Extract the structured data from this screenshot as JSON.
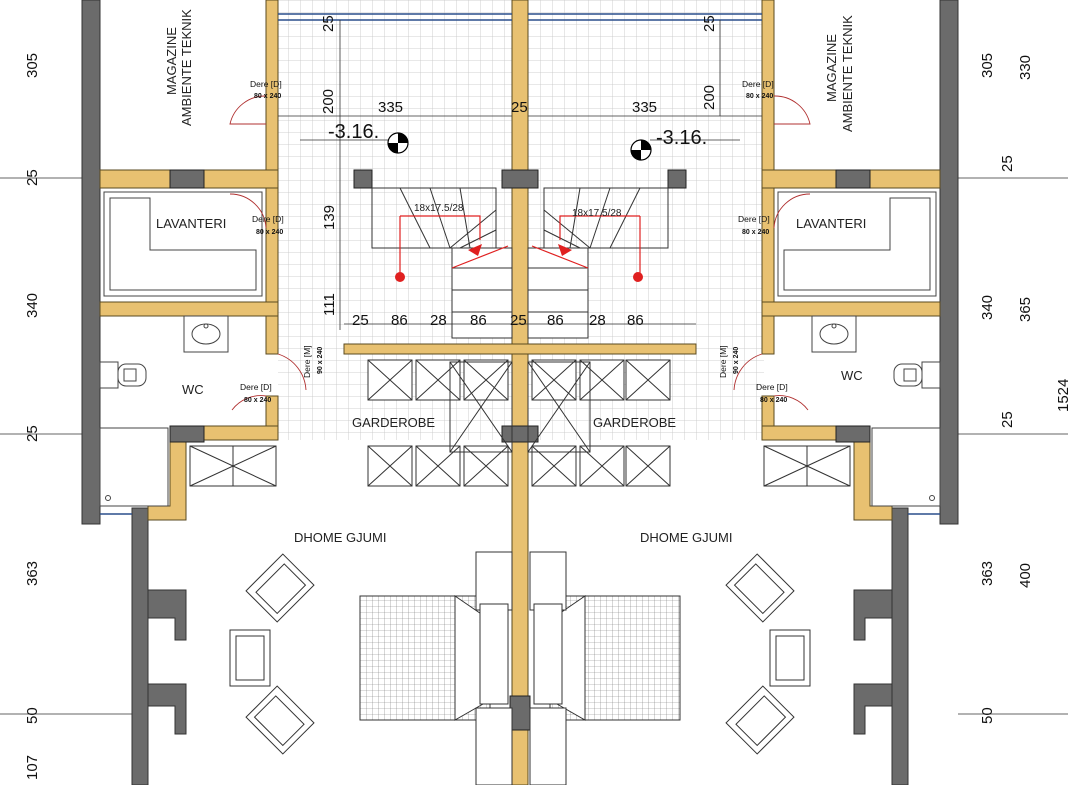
{
  "rooms": {
    "magazine_left": "MAGAZINE",
    "ambiente_left": "AMBIENTE TEKNIK",
    "magazine_right": "MAGAZINE",
    "ambiente_right": "AMBIENTE TEKNIK",
    "lavanteri_left": "LAVANTERI",
    "lavanteri_right": "LAVANTERI",
    "wc_left": "WC",
    "wc_right": "WC",
    "garderobe_left": "GARDEROBE",
    "garderobe_right": "GARDEROBE",
    "dhome_left": "DHOME GJUMI",
    "dhome_right": "DHOME GJUMI"
  },
  "levels": {
    "left": "-3.16.",
    "right": "-3.16."
  },
  "stairs": {
    "left": "18x17.5/28",
    "right": "18x17.5/28"
  },
  "doors": {
    "d1": {
      "name": "Dere",
      "type": "D",
      "size": "80 x 240"
    },
    "d2": {
      "name": "Dere",
      "type": "D",
      "size": "80 x 240"
    },
    "d3": {
      "name": "Dere",
      "type": "D",
      "size": "80 x 240"
    },
    "d4": {
      "name": "Dere",
      "type": "D",
      "size": "80 x 240"
    },
    "d5": {
      "name": "Dere",
      "type": "D",
      "size": "80 x 240"
    },
    "d6": {
      "name": "Dere",
      "type": "D",
      "size": "80 x 240"
    },
    "m1": {
      "name": "Dere",
      "type": "M",
      "size": "90 x 240"
    },
    "m2": {
      "name": "Dere",
      "type": "M",
      "size": "90 x 240"
    }
  },
  "dims": {
    "left_305": "305",
    "left_25a": "25",
    "left_340": "340",
    "left_25b": "25",
    "left_363": "363",
    "left_50": "50",
    "left_107": "107",
    "right_305": "305",
    "right_330": "330",
    "right_25a": "25",
    "right_340": "340",
    "right_365": "365",
    "right_25b": "25",
    "right_363": "363",
    "right_400": "400",
    "right_50": "50",
    "right_1524": "1524",
    "top_25_l": "25",
    "top_25_r": "25",
    "top_200_l": "200",
    "top_200_r": "200",
    "top_335_l": "335",
    "top_335_r": "335",
    "mid_25": "25",
    "v139": "139",
    "v111": "111",
    "h25a": "25",
    "h86a": "86",
    "h28a": "28",
    "h86b": "86",
    "h25b": "25",
    "h86c": "86",
    "h28b": "28",
    "h86d": "86"
  },
  "colors": {
    "wall_fill": "#e8c171",
    "wall_stroke": "#5a4a20",
    "column": "#6b6b6b",
    "tile_line": "#bdbdbd",
    "red": "#e02020"
  }
}
